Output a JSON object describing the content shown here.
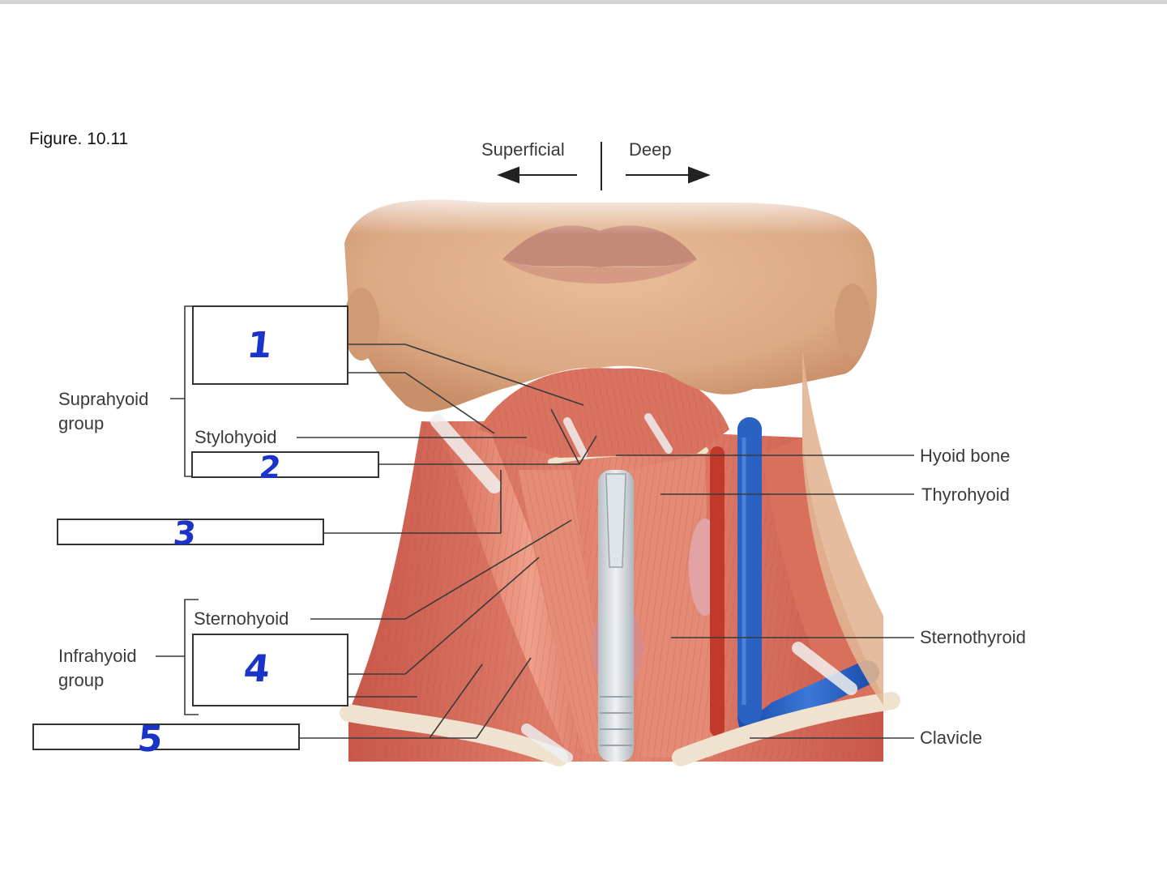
{
  "figure": {
    "title": "Figure. 10.11"
  },
  "orientation": {
    "left": "Superficial",
    "right": "Deep"
  },
  "labels": {
    "suprahyoid_group": [
      "Suprahyoid",
      "group"
    ],
    "stylohyoid": "Stylohyoid",
    "sternohyoid": "Sternohyoid",
    "infrahyoid_group": [
      "Infrahyoid",
      "group"
    ],
    "hyoid_bone": "Hyoid bone",
    "thyrohyoid": "Thyrohyoid",
    "sternothyroid": "Sternothyroid",
    "clavicle": "Clavicle"
  },
  "blanks": [
    {
      "handwritten": "1"
    },
    {
      "handwritten": "2"
    },
    {
      "handwritten": "3"
    },
    {
      "handwritten": "4"
    },
    {
      "handwritten": "5"
    }
  ],
  "colors": {
    "handwriting": "#1a33c8",
    "muscle": "#d9735f",
    "vein": "#2a62c4",
    "artery": "#c0392b",
    "skin": "#e0b08c"
  }
}
